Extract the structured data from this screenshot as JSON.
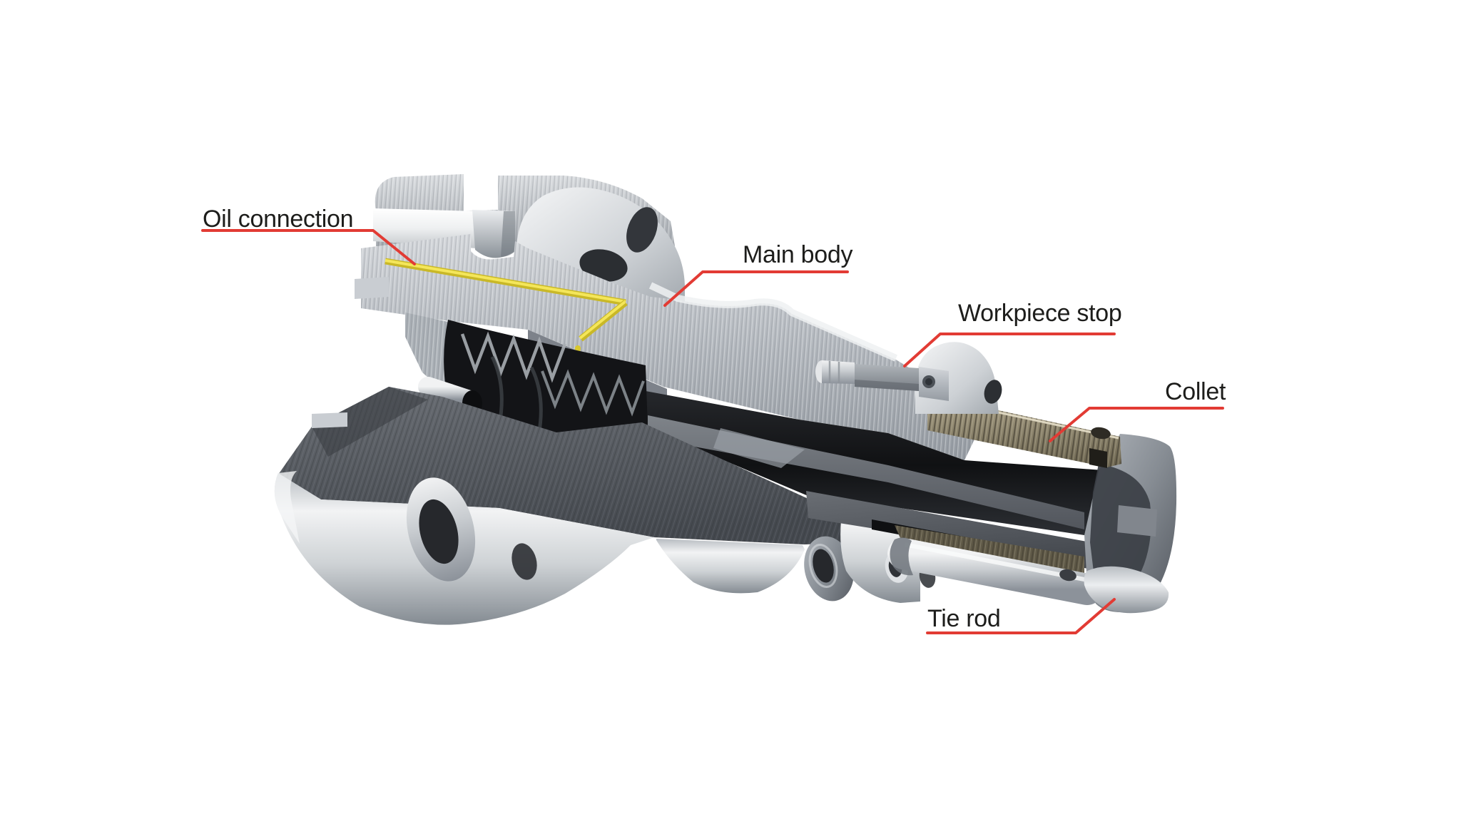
{
  "figure": {
    "type": "cutaway-technical-illustration",
    "background_color": "#ffffff",
    "leader_line_color": "#e23b34",
    "label_text_color": "#1d1d1b",
    "labels": [
      {
        "id": "oil-connection",
        "text": "Oil connection"
      },
      {
        "id": "main-body",
        "text": "Main body"
      },
      {
        "id": "workpiece-stop",
        "text": "Workpiece stop"
      },
      {
        "id": "collet",
        "text": "Collet"
      },
      {
        "id": "tie-rod",
        "text": "Tie rod"
      }
    ],
    "materials": {
      "oil_channel_yellow": "#e8d83f",
      "collet_bronze": "#8f8770",
      "steel_light": "#e9ebec",
      "steel_mid": "#aeb4ba",
      "cut_face_dark": "#565a60",
      "bore_dark": "#1c1e21",
      "seal_black": "#131417"
    }
  }
}
